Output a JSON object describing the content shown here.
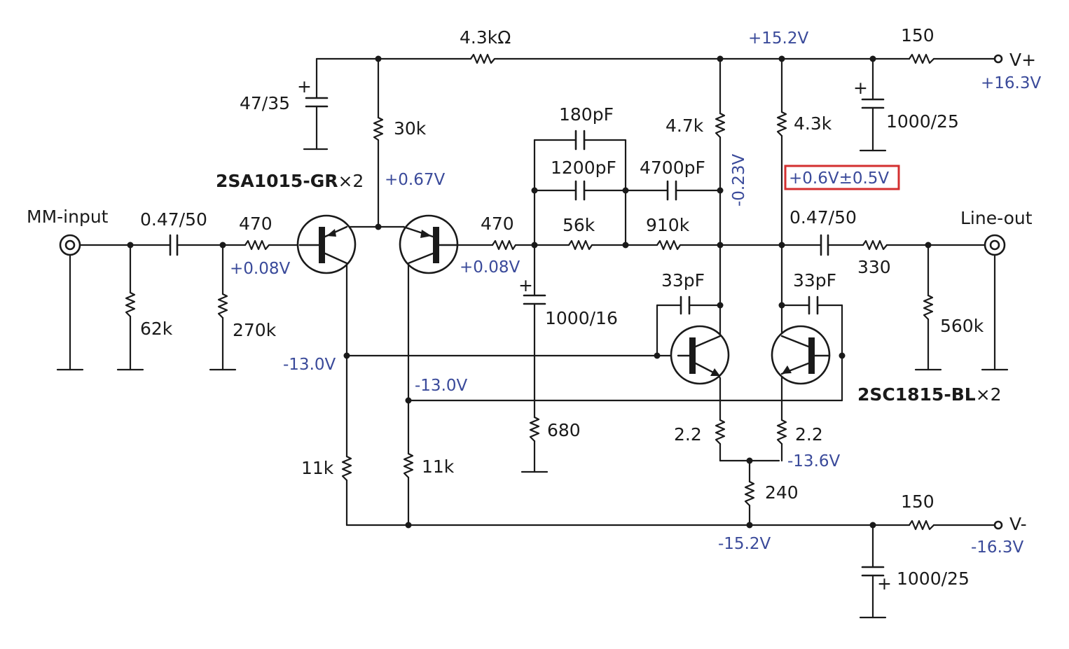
{
  "colors": {
    "wire": "#1a1a1a",
    "voltage_label": "#3a4a9a",
    "highlight_box": "#d32f2f",
    "background": "#ffffff"
  },
  "labels": {
    "mm_input": "MM-input",
    "line_out": "Line-out",
    "v_plus": "V+",
    "v_minus": "V-",
    "pnp_pair_part": "2SA1015-GR",
    "pnp_pair_count": "×2",
    "npn_pair_part": "2SC1815-BL",
    "npn_pair_count": "×2"
  },
  "components": {
    "c_in": "0.47/50",
    "r_62k": "62k",
    "r_270k": "270k",
    "r_in_470": "470",
    "c_47_35": "47/35",
    "r_30k": "30k",
    "r_top_4k3": "4.3kΩ",
    "r_fb_470": "470",
    "c_1000_16": "1000/16",
    "r_680": "680",
    "c_180p": "180pF",
    "c_1200p": "1200pF",
    "c_4700p": "4700pF",
    "r_56k": "56k",
    "r_910k": "910k",
    "r_4k7": "4.7k",
    "r_4k3": "4.3k",
    "c_33p_left": "33pF",
    "c_33p_right": "33pF",
    "r_2_2_left": "2.2",
    "r_2_2_right": "2.2",
    "r_240": "240",
    "r_11k_left": "11k",
    "r_11k_right": "11k",
    "c_out": "0.47/50",
    "r_330": "330",
    "r_560k": "560k",
    "r_150_top": "150",
    "c_1000_25_top": "1000/25",
    "r_150_bottom": "150",
    "c_1000_25_bottom": "1000/25"
  },
  "voltages": {
    "v_base_in": "+0.08V",
    "v_base_fb": "+0.08V",
    "v_emitter_pnp": "+0.67V",
    "v_coll_left": "-13.0V",
    "v_coll_right": "-13.0V",
    "v_vas_node": "-0.23V",
    "v_output_offset": "+0.6V±0.5V",
    "v_rail_pos": "+15.2V",
    "v_supply_pos": "+16.3V",
    "v_emitter_npn": "-13.6V",
    "v_rail_neg": "-15.2V",
    "v_supply_neg": "-16.3V"
  },
  "plus_sign": "+"
}
